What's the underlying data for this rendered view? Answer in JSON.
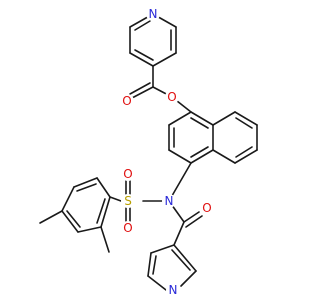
{
  "colors": {
    "bond": "#1a1a1a",
    "N": "#2a2ad8",
    "O": "#e01010",
    "S": "#b8a000"
  },
  "atoms": {
    "n_pyridine_top": "N",
    "o_carbonyl_ester": "O",
    "o_ester": "O",
    "s_sulfonyl": "S",
    "o_sulfonyl_top": "O",
    "o_sulfonyl_bottom": "O",
    "n_imide": "N",
    "o_carbonyl_amide": "O",
    "n_pyridine_bottom": "N"
  }
}
